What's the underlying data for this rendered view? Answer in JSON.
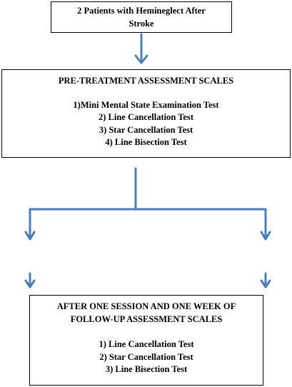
{
  "nodes": {
    "patients": {
      "lines": [
        "2 Patients with Hemineglect After",
        "Stroke"
      ]
    },
    "pre_treatment": {
      "heading": "PRE-TREATMENT ASSESSMENT SCALES",
      "items": [
        "1)Mini Mental State Examination Test",
        "2) Line Cancellation Test",
        "3) Star Cancellation Test",
        "4) Line Bisection Test"
      ]
    },
    "follow_up": {
      "heading_lines": [
        "AFTER ONE SESSION AND ONE WEEK OF",
        "FOLLOW-UP ASSESSMENT SCALES"
      ],
      "items": [
        "1) Line Cancellation Test",
        "2) Star Cancellation Test",
        "3) Line Bisection Test"
      ]
    }
  },
  "connector_color": "#4a7ebb"
}
